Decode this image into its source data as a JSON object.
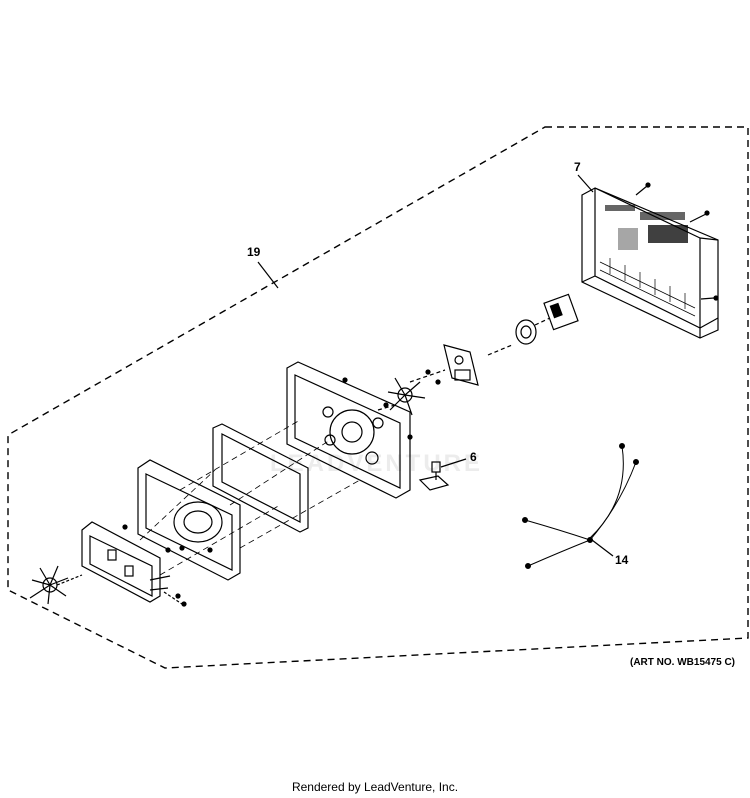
{
  "diagram": {
    "callouts": [
      {
        "id": "19",
        "label": "19"
      },
      {
        "id": "7",
        "label": "7"
      },
      {
        "id": "6",
        "label": "6"
      },
      {
        "id": "14",
        "label": "14"
      }
    ],
    "art_number": "(ART NO. WB15475 C)",
    "watermark_text": "LEADVENTURE",
    "footer": "Rendered by LeadVenture, Inc."
  }
}
